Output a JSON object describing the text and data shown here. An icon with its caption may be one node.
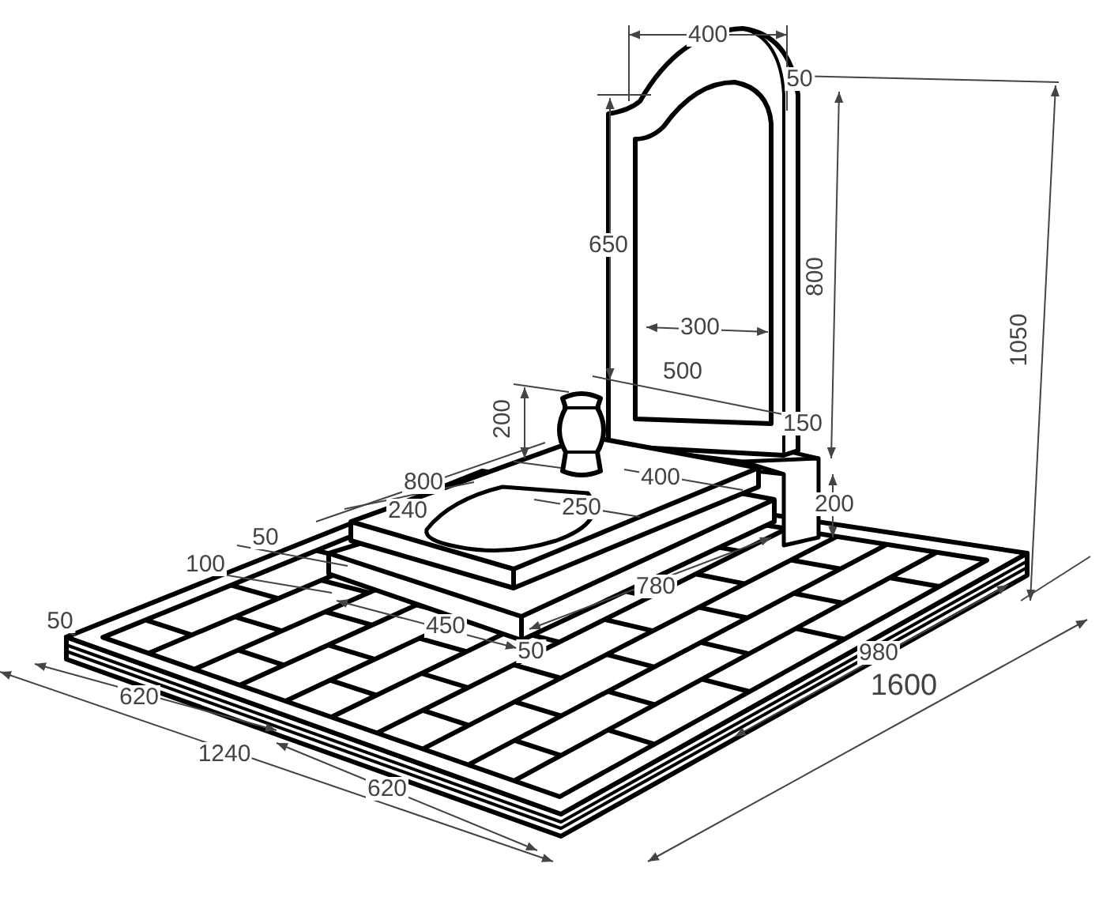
{
  "diagram": {
    "labels": [
      "400",
      "50",
      "650",
      "800",
      "1050",
      "300",
      "500",
      "200",
      "150",
      "800",
      "400",
      "240",
      "250",
      "200",
      "50",
      "100",
      "780",
      "450",
      "50",
      "50",
      "980",
      "1600",
      "620",
      "1240",
      "620"
    ]
  }
}
